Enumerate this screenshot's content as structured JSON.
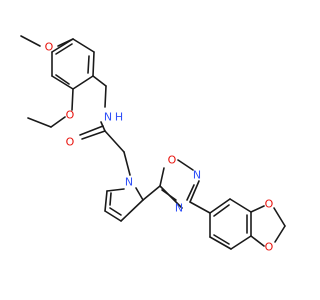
{
  "molecule": {
    "atoms": {
      "o_top_methoxy": "O",
      "nh": "N",
      "nh_h": "H",
      "o_carbonyl": "O",
      "o_left_methoxy": "O",
      "n_pyrrole": "N",
      "o_oxadiazole": "O",
      "n_oxadiazole_top": "N",
      "n_oxadiazole_bottom": "N",
      "o_dioxole_top": "O",
      "o_dioxole_bottom": "O"
    },
    "colors": {
      "oxygen": "#e8120c",
      "nitrogen": "#3050f8",
      "carbon": "#1a1a1a"
    }
  }
}
